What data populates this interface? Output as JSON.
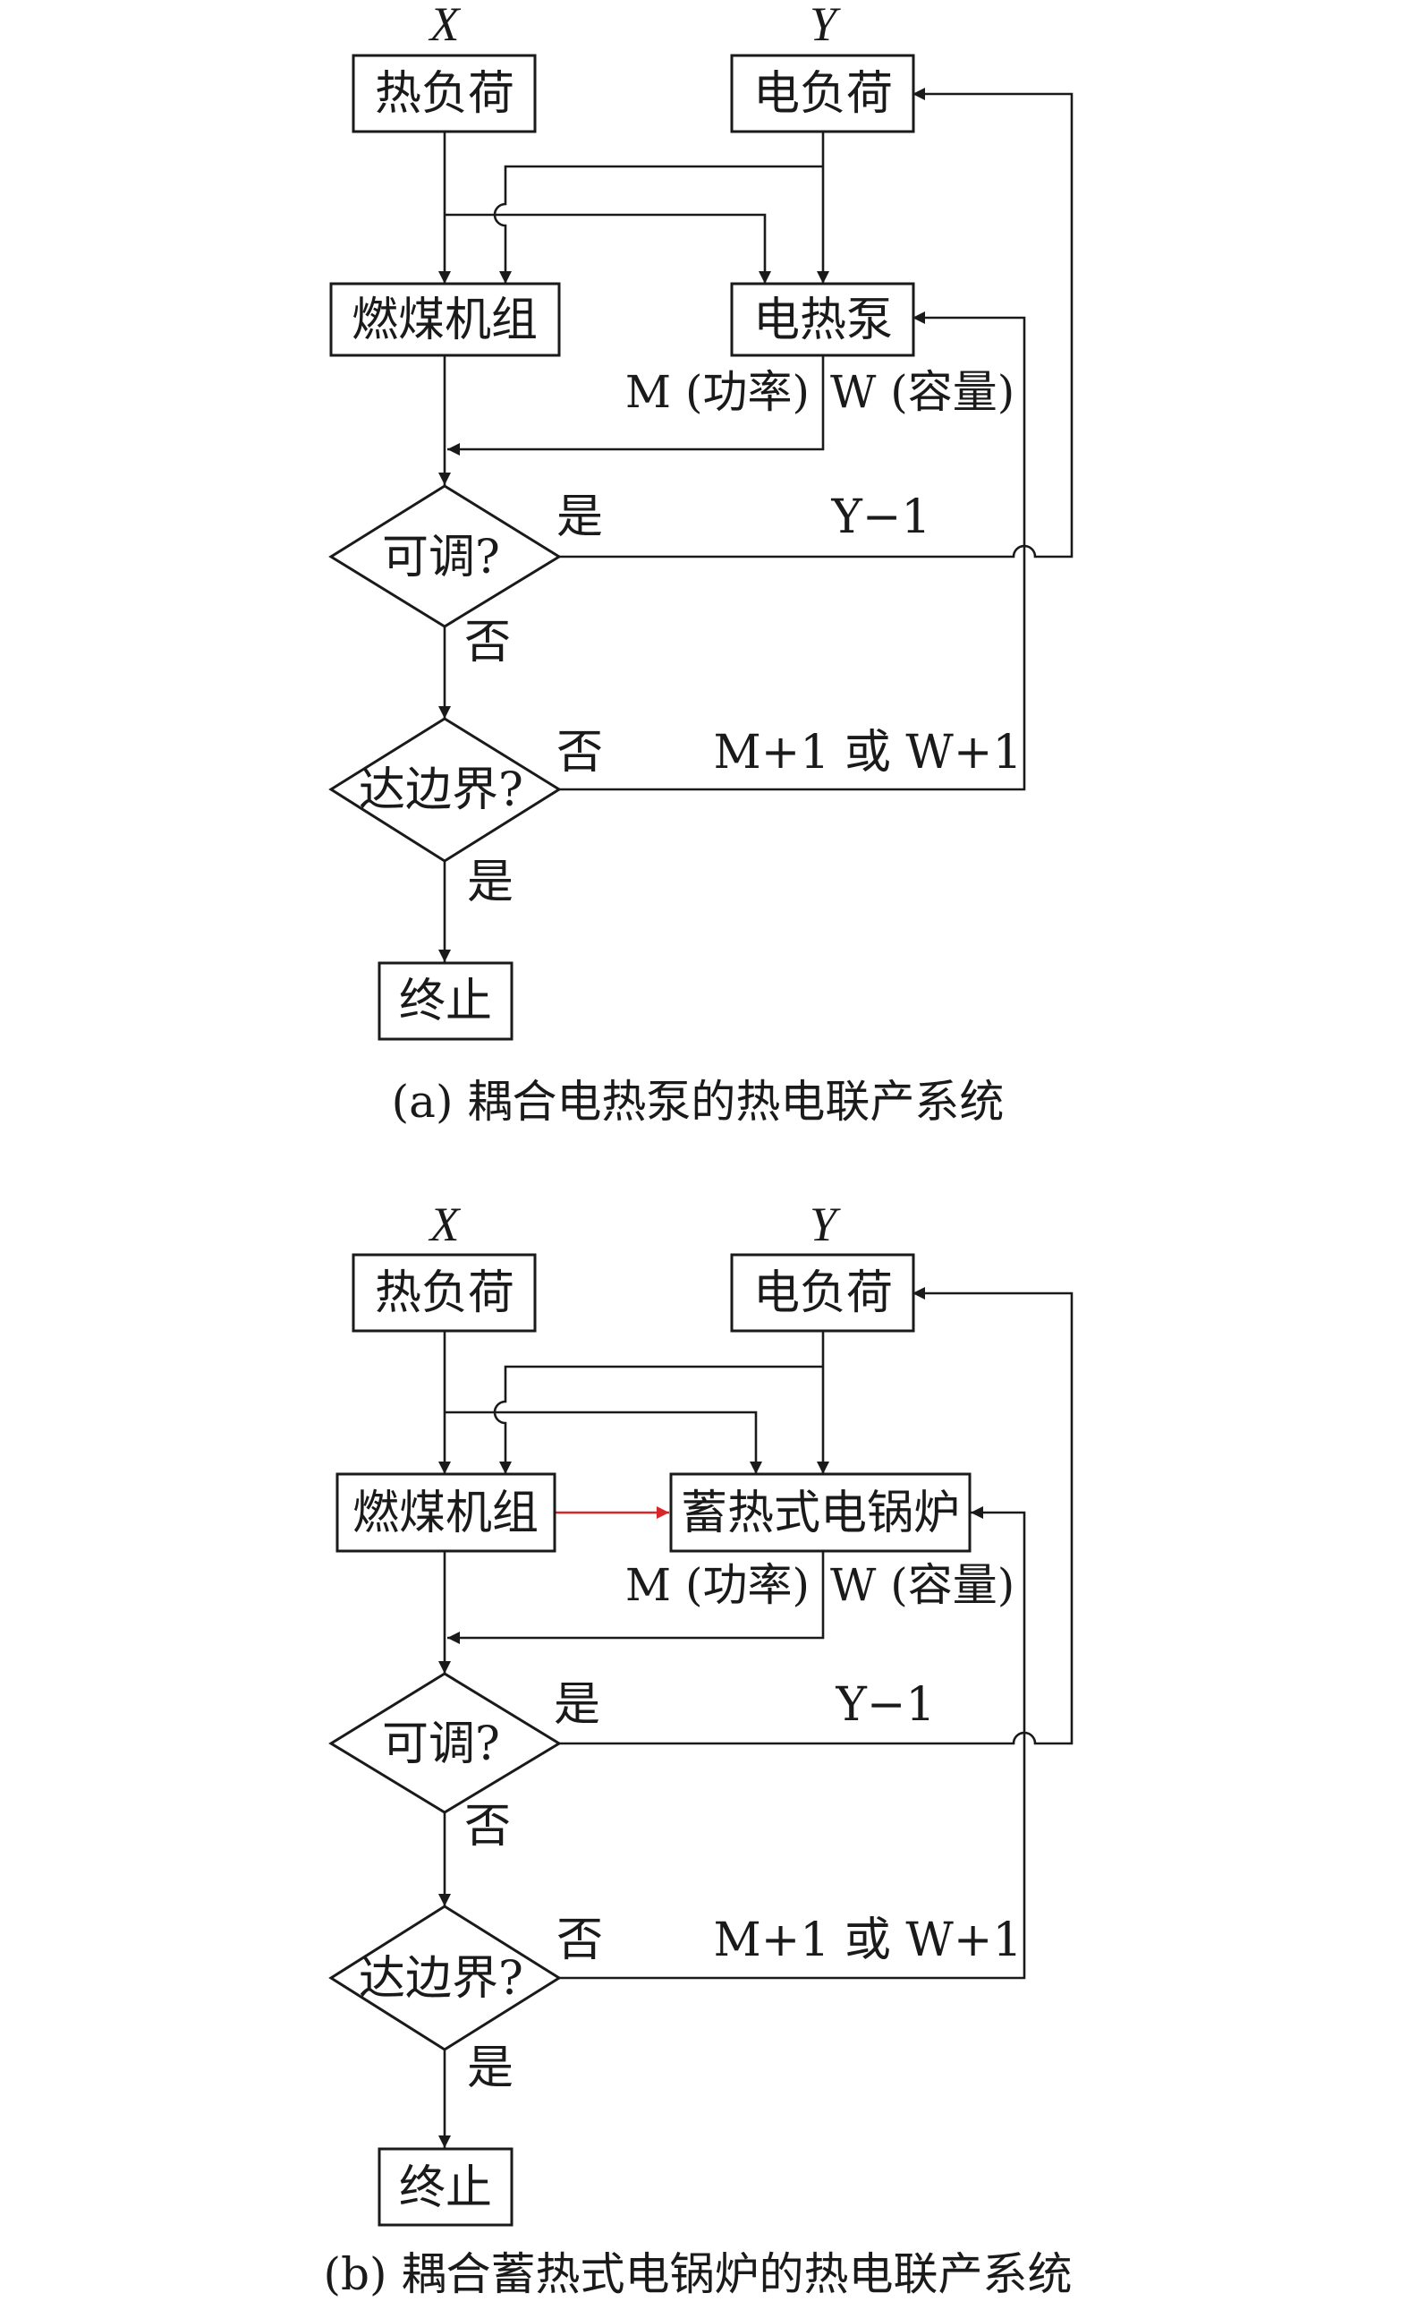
{
  "diagram_a": {
    "var_x": "X",
    "var_y": "Y",
    "heat_load": "热负荷",
    "power_load": "电负荷",
    "coal_unit": "燃煤机组",
    "device": "电热泵",
    "power_note": "M (功率)",
    "capacity_note": "W (容量)",
    "adjustable": "可调?",
    "yes_1": "是",
    "y_minus": "Y−1",
    "no_1": "否",
    "boundary": "达边界?",
    "no_2": "否",
    "m_or_w": "M+1 或 W+1",
    "yes_2": "是",
    "terminate": "终止",
    "caption": "(a) 耦合电热泵的热电联产系统"
  },
  "diagram_b": {
    "var_x": "X",
    "var_y": "Y",
    "heat_load": "热负荷",
    "power_load": "电负荷",
    "coal_unit": "燃煤机组",
    "device": "蓄热式电锅炉",
    "power_note": "M (功率)",
    "capacity_note": "W (容量)",
    "adjustable": "可调?",
    "yes_1": "是",
    "y_minus": "Y−1",
    "no_1": "否",
    "boundary": "达边界?",
    "no_2": "否",
    "m_or_w": "M+1 或 W+1",
    "yes_2": "是",
    "terminate": "终止",
    "caption": "(b) 耦合蓄热式电锅炉的热电联产系统"
  },
  "colors": {
    "line": "#1a1a1a",
    "highlight_arrow": "#d9262a"
  }
}
